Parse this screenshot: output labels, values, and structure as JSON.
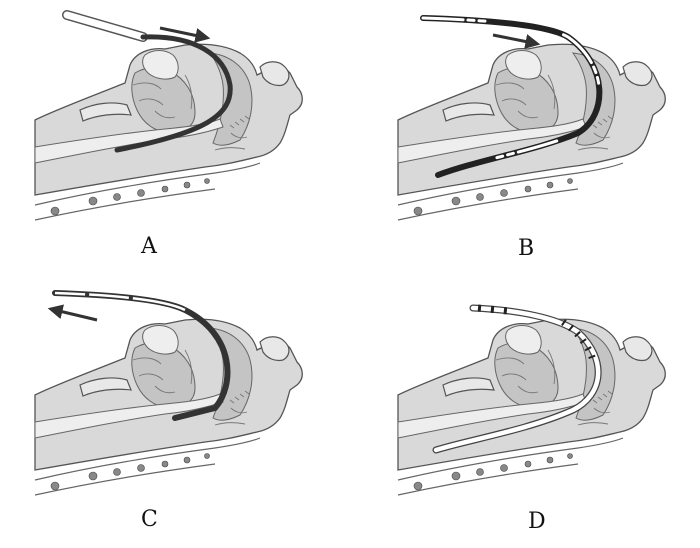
{
  "panels": [
    {
      "id": "A",
      "label": "A",
      "arrow": "in"
    },
    {
      "id": "B",
      "label": "B",
      "arrow": "in"
    },
    {
      "id": "C",
      "label": "C",
      "arrow": "out"
    },
    {
      "id": "D",
      "label": "D",
      "arrow": "none"
    }
  ],
  "colors": {
    "background": "#ffffff",
    "tissue": "#d9d9d9",
    "tissue_dark": "#c4c4c4",
    "outline": "#555555",
    "tube_dark": "#333333",
    "tube_light": "#ffffff",
    "arrow": "#333333"
  }
}
